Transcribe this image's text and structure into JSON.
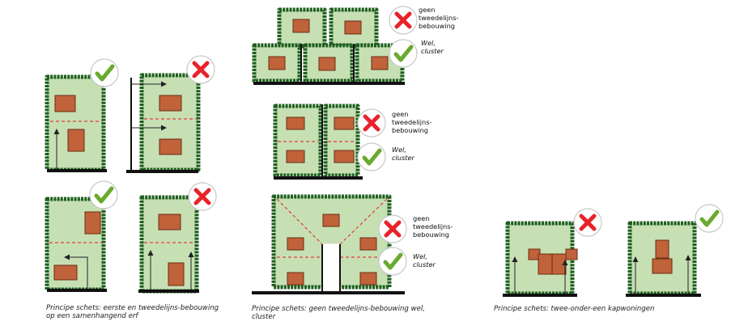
{
  "captions": {
    "left": "Principe schets: eerste en tweedelijns-bebouwing\nop een samenhangend erf",
    "middle": "Principe schets: geen tweedelijns-bebouwing wel,\ncluster",
    "right": "Principe schets: twee-onder-een kapwoningen"
  },
  "labels": {
    "geen": "geen\ntweedelijns-\nbebouwing",
    "wel": "Wel,\ncluster"
  },
  "colors": {
    "plot_fill": "#c6e0b4",
    "hedge": "#1e5f1e",
    "house": "#c0623a",
    "house_stroke": "#6a2e12",
    "cross": "#e8232a",
    "check": "#6aaa2e",
    "dash": "#e23c3c"
  },
  "icons": {
    "cross": "cross-icon",
    "check": "check-icon"
  }
}
